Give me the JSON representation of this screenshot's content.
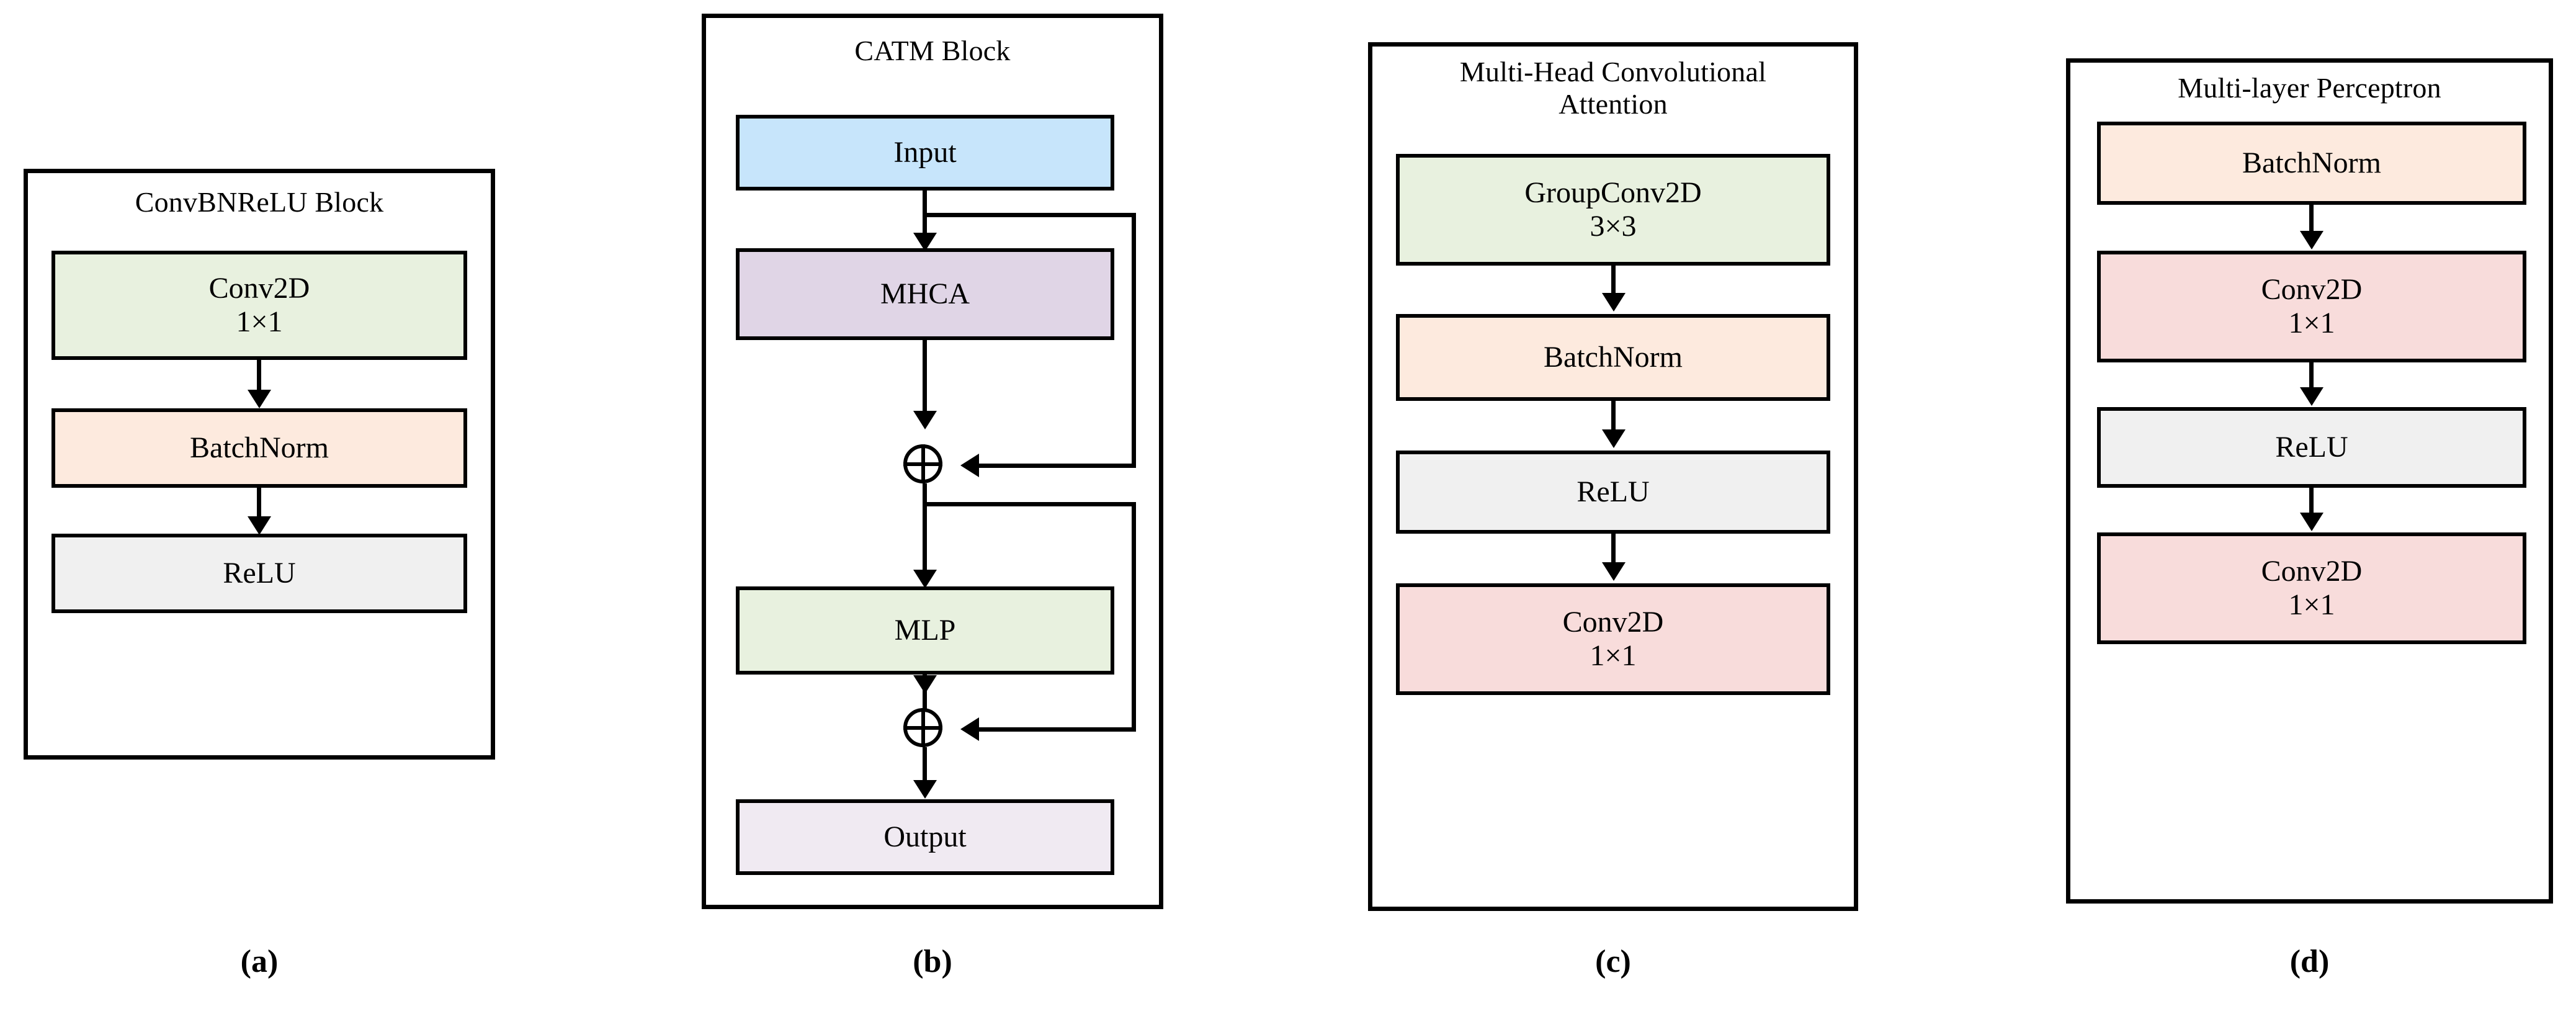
{
  "figure": {
    "background": "#ffffff",
    "stroke": "#000000",
    "type": "neural-network-block-diagram",
    "palette": {
      "green": "#e8f1df",
      "orange": "#fdeade",
      "gray": "#f0f0f0",
      "blue": "#c7e5fb",
      "purple": "#e0d5e6",
      "lavender": "#f0eaf2",
      "pink": "#f8dcdb"
    }
  },
  "panels": [
    {
      "key": "a",
      "title": "ConvBNReLU Block",
      "caption": "(a)",
      "nodes": [
        {
          "label": "Conv2D",
          "sub": "1×1",
          "color": "#e8f1df",
          "name": "conv2d-1x1"
        },
        {
          "label": "BatchNorm",
          "sub": "",
          "color": "#fdeade",
          "name": "batchnorm"
        },
        {
          "label": "ReLU",
          "sub": "",
          "color": "#f0f0f0",
          "name": "relu"
        }
      ]
    },
    {
      "key": "b",
      "title": "CATM Block",
      "caption": "(b)",
      "nodes": [
        {
          "label": "Input",
          "sub": "",
          "color": "#c7e5fb",
          "name": "input"
        },
        {
          "label": "MHCA",
          "sub": "",
          "color": "#e0d5e6",
          "name": "mhca"
        },
        {
          "label": "MLP",
          "sub": "",
          "color": "#e8f1df",
          "name": "mlp"
        },
        {
          "label": "Output",
          "sub": "",
          "color": "#f0eaf2",
          "name": "output"
        }
      ],
      "operators": [
        {
          "symbol": "⊕",
          "name": "residual-add-1"
        },
        {
          "symbol": "⊕",
          "name": "residual-add-2"
        }
      ]
    },
    {
      "key": "c",
      "title": "Multi-Head Convolutional\nAttention",
      "caption": "(c)",
      "nodes": [
        {
          "label": "GroupConv2D",
          "sub": "3×3",
          "color": "#e8f1df",
          "name": "groupconv2d-3x3"
        },
        {
          "label": "BatchNorm",
          "sub": "",
          "color": "#fdeade",
          "name": "batchnorm"
        },
        {
          "label": "ReLU",
          "sub": "",
          "color": "#f0f0f0",
          "name": "relu"
        },
        {
          "label": "Conv2D",
          "sub": "1×1",
          "color": "#f8dcdb",
          "name": "conv2d-1x1"
        }
      ]
    },
    {
      "key": "d",
      "title": "Multi-layer Perceptron",
      "caption": "(d)",
      "nodes": [
        {
          "label": "BatchNorm",
          "sub": "",
          "color": "#fdeade",
          "name": "batchnorm"
        },
        {
          "label": "Conv2D",
          "sub": "1×1",
          "color": "#f8dcdb",
          "name": "conv2d-1x1-first"
        },
        {
          "label": "ReLU",
          "sub": "",
          "color": "#f0f0f0",
          "name": "relu"
        },
        {
          "label": "Conv2D",
          "sub": "1×1",
          "color": "#f8dcdb",
          "name": "conv2d-1x1-second"
        }
      ]
    }
  ]
}
